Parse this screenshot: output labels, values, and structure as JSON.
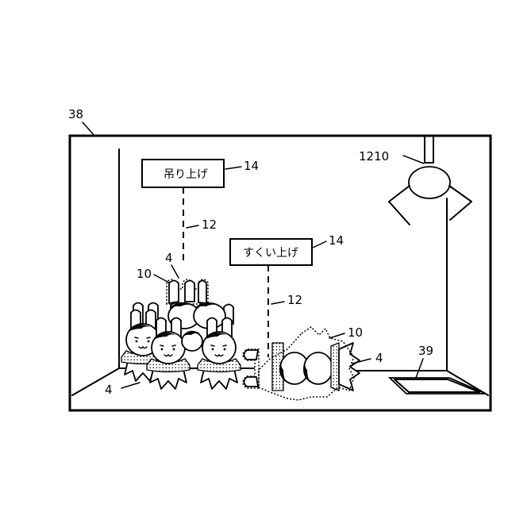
{
  "figure": {
    "ref_machine": "38",
    "ref_arm": "1210",
    "ref_exit": "39",
    "labels": {
      "lift": "吊り上げ",
      "scoop": "すくい上げ"
    },
    "refs": {
      "label_14_a": "14",
      "label_14_b": "14",
      "line_12_a": "12",
      "line_12_b": "12",
      "prize_4_top": "4",
      "prize_4_left": "4",
      "prize_4_right": "4",
      "tag_10_a": "10",
      "tag_10_b": "10"
    }
  }
}
